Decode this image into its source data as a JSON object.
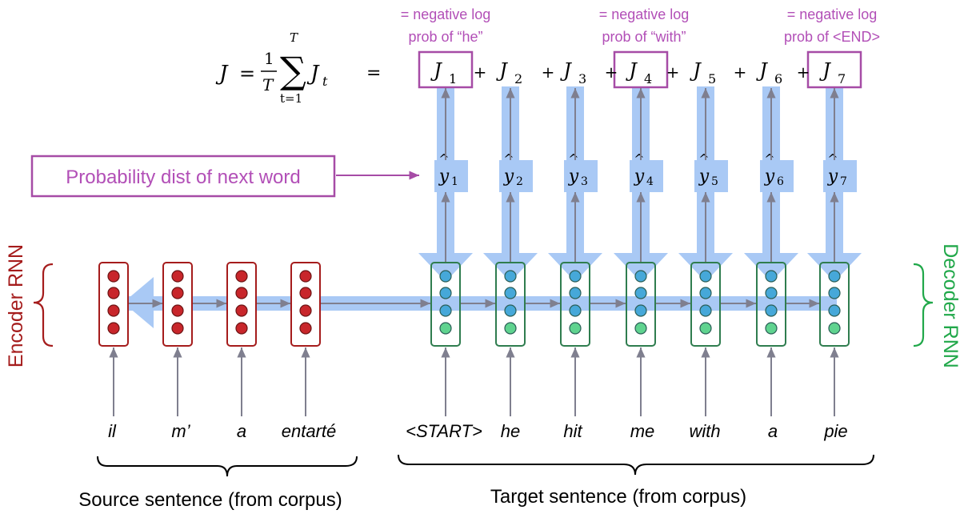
{
  "formula": {
    "lhs": "J",
    "equals": "=",
    "frac_num": "1",
    "frac_den": "T",
    "sum_sup": "T",
    "sum_sub": "t=1",
    "sum_term_var": "J",
    "sum_term_sub": "t",
    "equals2": "=",
    "terms": [
      {
        "var": "J",
        "sub": "1",
        "boxed": true
      },
      {
        "var": "J",
        "sub": "2",
        "boxed": false
      },
      {
        "var": "J",
        "sub": "3",
        "boxed": false
      },
      {
        "var": "J",
        "sub": "4",
        "boxed": true
      },
      {
        "var": "J",
        "sub": "5",
        "boxed": false
      },
      {
        "var": "J",
        "sub": "6",
        "boxed": false
      },
      {
        "var": "J",
        "sub": "7",
        "boxed": true
      }
    ],
    "plus": "+"
  },
  "annotations": [
    {
      "line1": "= negative log",
      "line2": "prob of “he”"
    },
    {
      "line1": "= negative log",
      "line2": "prob of “with”"
    },
    {
      "line1": "= negative log",
      "line2": "prob of <END>"
    }
  ],
  "prob_box_label": "Probability dist of next word",
  "y_hats": [
    {
      "var": "y",
      "sub": "1"
    },
    {
      "var": "y",
      "sub": "2"
    },
    {
      "var": "y",
      "sub": "3"
    },
    {
      "var": "y",
      "sub": "4"
    },
    {
      "var": "y",
      "sub": "5"
    },
    {
      "var": "y",
      "sub": "6"
    },
    {
      "var": "y",
      "sub": "7"
    }
  ],
  "hat_char": "^",
  "encoder_label": "Encoder RNN",
  "decoder_label": "Decoder RNN",
  "source_words": [
    "il",
    "m’",
    "a",
    "entarté"
  ],
  "target_words": [
    "<START>",
    "he",
    "hit",
    "me",
    "with",
    "a",
    "pie"
  ],
  "source_caption": "Source sentence (from corpus)",
  "target_caption": "Target sentence (from corpus)",
  "colors": {
    "annotation": "#b24fb7",
    "box_border": "#a64ca6",
    "encoder": "#a51c1c",
    "encoder_dot": "#c8262b",
    "decoder": "#2f7d4f",
    "decoder_label": "#21a84a",
    "dot_blue": "#46a8d9",
    "dot_green": "#5fd38f",
    "flow": "#a9c9f5",
    "arrow": "#7f7f8f"
  }
}
